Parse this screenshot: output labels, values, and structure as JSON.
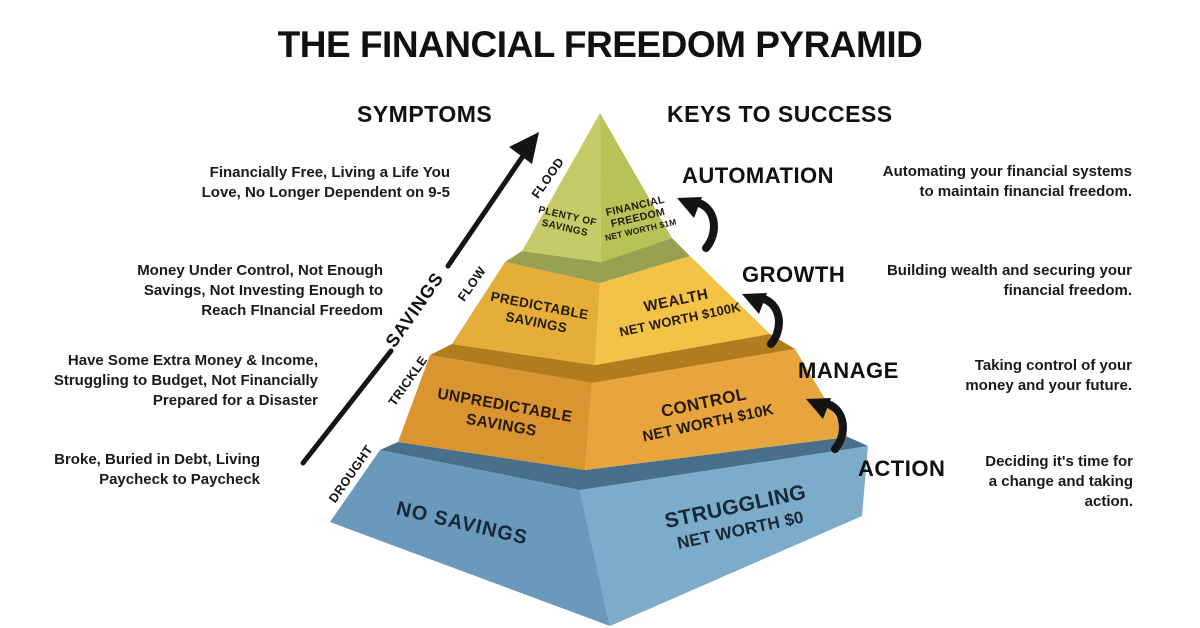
{
  "title": "THE FINANCIAL FREEDOM PYRAMID",
  "column_headers": {
    "symptoms": "SYMPTOMS",
    "keys": "KEYS TO SUCCESS"
  },
  "symptoms": [
    {
      "level": "financial-freedom",
      "lines": [
        "Financially Free, Living a Life You",
        "Love, No Longer Dependent on 9-5"
      ]
    },
    {
      "level": "wealth",
      "lines": [
        "Money Under Control, Not Enough",
        "Savings, Not Investing Enough to",
        "Reach FInancial Freedom"
      ]
    },
    {
      "level": "control",
      "lines": [
        "Have Some Extra Money & Income,",
        "Struggling to Budget, Not Financially",
        "Prepared for a Disaster"
      ]
    },
    {
      "level": "struggling",
      "lines": [
        "Broke, Buried in Debt, Living",
        "Paycheck to Paycheck"
      ]
    }
  ],
  "keys_to_success": [
    {
      "label": "AUTOMATION",
      "lines": [
        "Automating your financial systems",
        "to maintain financial freedom."
      ]
    },
    {
      "label": "GROWTH",
      "lines": [
        "Building wealth and securing your",
        "financial freedom."
      ]
    },
    {
      "label": "MANAGE",
      "lines": [
        "Taking control of your",
        "money and your future."
      ]
    },
    {
      "label": "ACTION",
      "lines": [
        "Deciding it's time for",
        "a change and taking",
        "action."
      ]
    }
  ],
  "savings_arrow": {
    "title": "SAVINGS",
    "stages": [
      "DROUGHT",
      "TRICKLE",
      "FLOW",
      "FLOOD"
    ],
    "color": "#141414"
  },
  "pyramid": {
    "levels": [
      {
        "name": "financial-freedom",
        "left_face_lines": [
          "PLENTY OF",
          "SAVINGS"
        ],
        "right_face_lines": [
          "FINANCIAL",
          "FREEDOM"
        ],
        "net_worth": "NET WORTH $1M",
        "colors": {
          "left": "#c6ca68",
          "right": "#b7c257"
        }
      },
      {
        "name": "wealth",
        "left_face_lines": [
          "PREDICTABLE",
          "SAVINGS"
        ],
        "right_face_lines": [
          "WEALTH"
        ],
        "net_worth": "NET WORTH $100K",
        "colors": {
          "left": "#e4ae38",
          "right": "#f2c347",
          "top": "#97a150"
        }
      },
      {
        "name": "control",
        "left_face_lines": [
          "UNPREDICTABLE",
          "SAVINGS"
        ],
        "right_face_lines": [
          "CONTROL"
        ],
        "net_worth": "NET WORTH $10K",
        "colors": {
          "left": "#da9430",
          "right": "#e8a53d",
          "top": "#b07c1e"
        }
      },
      {
        "name": "struggling",
        "left_face_lines": [
          "NO SAVINGS"
        ],
        "right_face_lines": [
          "STRUGGLING"
        ],
        "net_worth": "NET WORTH $0",
        "colors": {
          "left": "#6b99bb",
          "right": "#7dabca",
          "top": "#48708a"
        }
      }
    ]
  },
  "colors": {
    "background": "#ffffff",
    "arrow": "#141414"
  }
}
